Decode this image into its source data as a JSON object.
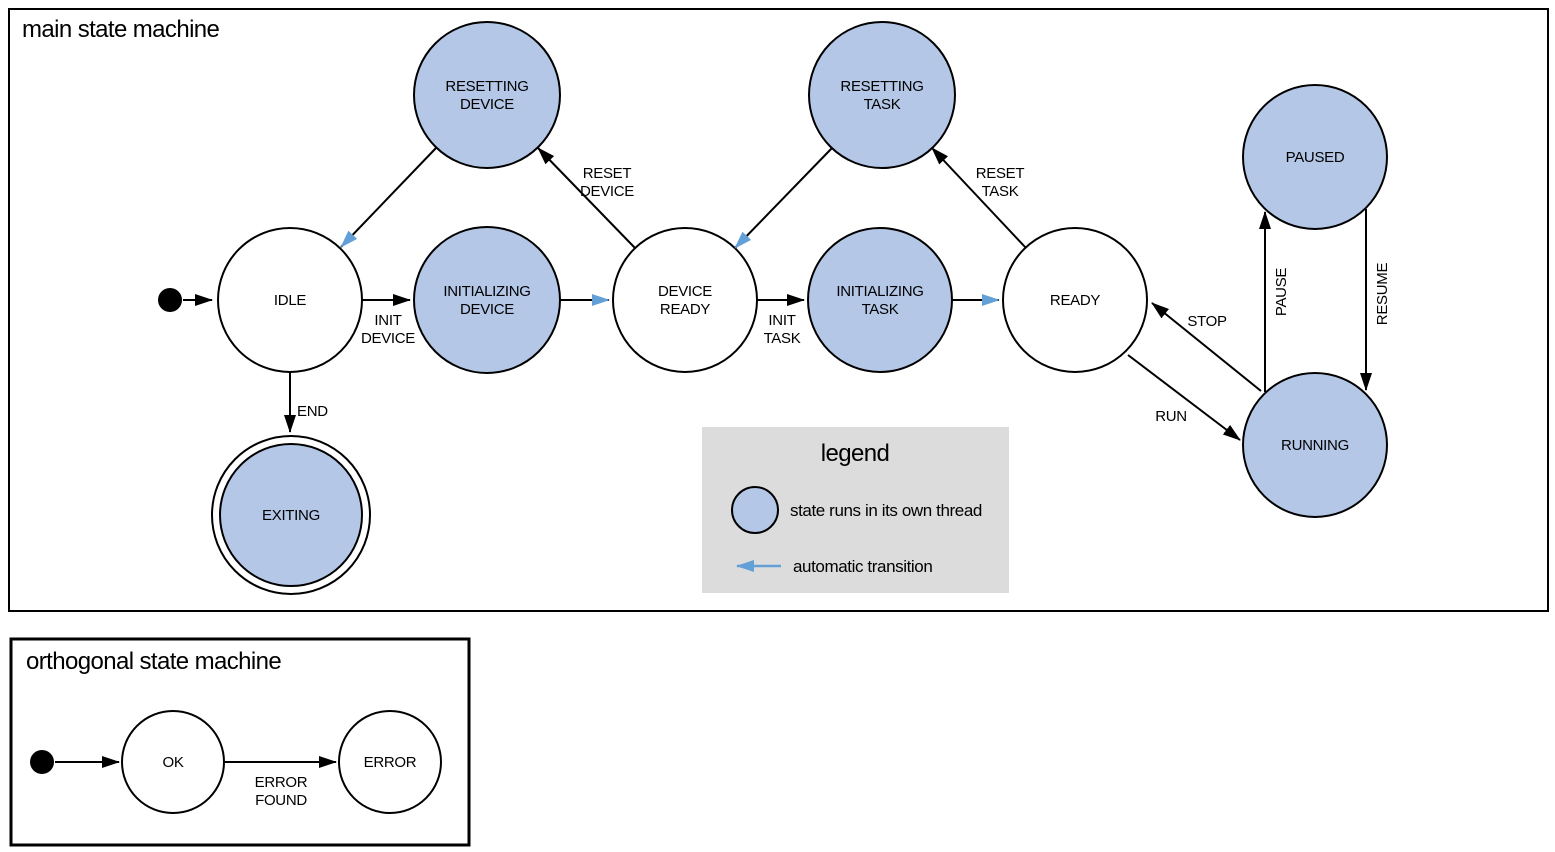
{
  "colors": {
    "thread_state_fill": "#b4c7e7",
    "normal_state_fill": "#ffffff",
    "auto_transition": "#64a0d8",
    "legend_bg": "#dcdcdc",
    "stroke": "#000000"
  },
  "main": {
    "title": "main state machine",
    "states": {
      "idle": {
        "label": "IDLE"
      },
      "resetting_device": {
        "line1": "RESETTING",
        "line2": "DEVICE"
      },
      "initializing_device": {
        "line1": "INITIALIZING",
        "line2": "DEVICE"
      },
      "device_ready": {
        "line1": "DEVICE",
        "line2": "READY"
      },
      "resetting_task": {
        "line1": "RESETTING",
        "line2": "TASK"
      },
      "initializing_task": {
        "line1": "INITIALIZING",
        "line2": "TASK"
      },
      "ready": {
        "label": "READY"
      },
      "paused": {
        "label": "PAUSED"
      },
      "running": {
        "label": "RUNNING"
      },
      "exiting": {
        "label": "EXITING"
      }
    },
    "edges": {
      "init_device": {
        "line1": "INIT",
        "line2": "DEVICE"
      },
      "reset_device": {
        "line1": "RESET",
        "line2": "DEVICE"
      },
      "init_task": {
        "line1": "INIT",
        "line2": "TASK"
      },
      "reset_task": {
        "line1": "RESET",
        "line2": "TASK"
      },
      "end": {
        "label": "END"
      },
      "run": {
        "label": "RUN"
      },
      "stop": {
        "label": "STOP"
      },
      "pause": {
        "label": "PAUSE"
      },
      "resume": {
        "label": "RESUME"
      }
    }
  },
  "legend": {
    "title": "legend",
    "thread_state_label": "state runs in its own thread",
    "auto_transition_label": "automatic transition"
  },
  "orthogonal": {
    "title": "orthogonal state machine",
    "states": {
      "ok": {
        "label": "OK"
      },
      "error": {
        "label": "ERROR"
      }
    },
    "edges": {
      "error_found": {
        "line1": "ERROR",
        "line2": "FOUND"
      }
    }
  }
}
